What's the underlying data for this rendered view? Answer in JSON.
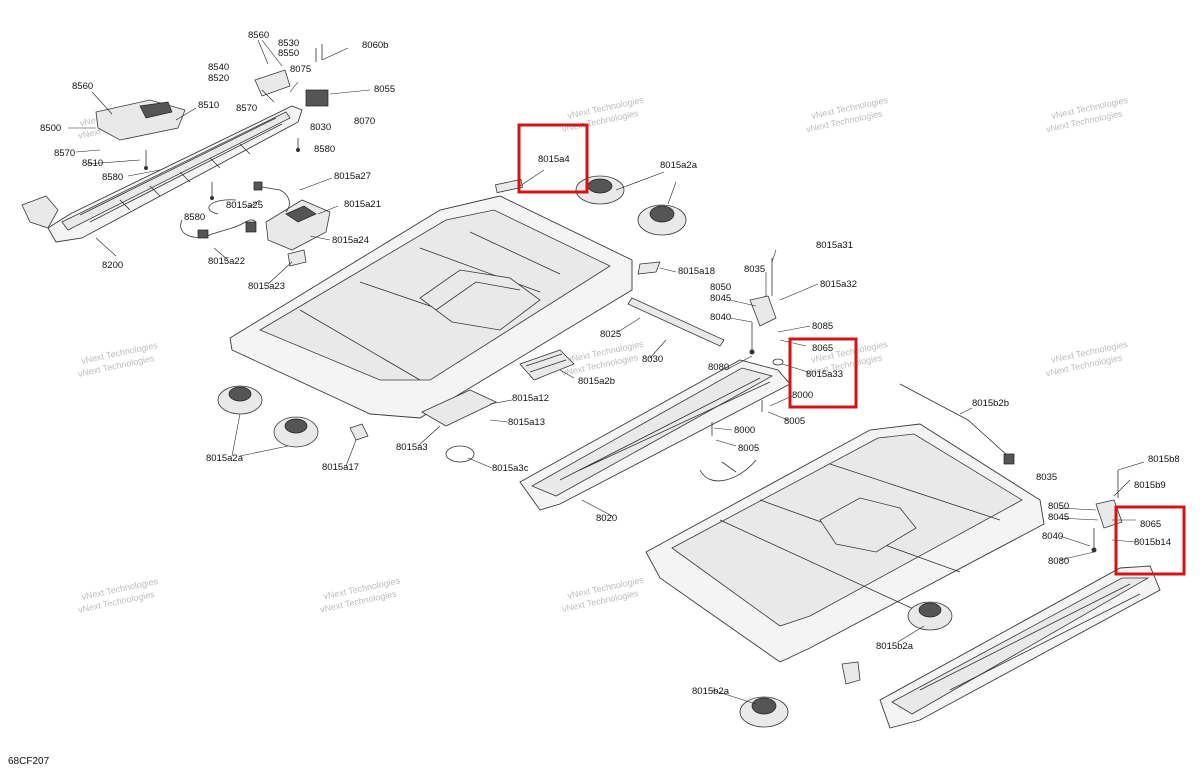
{
  "figure_id": "68CF207",
  "watermark_text": "vNext Technologies",
  "highlight_color": "#d41414",
  "part_labels": {
    "l8560a": "8560",
    "l8530": "8530",
    "l8550": "8550",
    "l8060b": "8060b",
    "l8540": "8540",
    "l8520": "8520",
    "l8075": "8075",
    "l8055": "8055",
    "l8560b": "8560",
    "l8510a": "8510",
    "l8570a": "8570",
    "l8030a": "8030",
    "l8070": "8070",
    "l8500": "8500",
    "l8580a": "8580",
    "l8570b": "8570",
    "l8510b": "8510",
    "l8580b": "8580",
    "l8015a27": "8015a27",
    "l8015a25": "8015a25",
    "l8580c": "8580",
    "l8015a21": "8015a21",
    "l8015a24": "8015a24",
    "l8200": "8200",
    "l8015a22": "8015a22",
    "l8015a23": "8015a23",
    "l8015a4": "8015a4",
    "l8015a2a_top": "8015a2a",
    "l8015a18": "8015a18",
    "l8015a31": "8015a31",
    "l8035a": "8035",
    "l8015a32": "8015a32",
    "l8050a": "8050",
    "l8045a": "8045",
    "l8040a": "8040",
    "l8085": "8085",
    "l8065a": "8065",
    "l8015a33": "8015a33",
    "l8080a": "8080",
    "l8000a": "8000",
    "l8005a": "8005",
    "l8025": "8025",
    "l8030b": "8030",
    "l8015a2b": "8015a2b",
    "l8015a12": "8015a12",
    "l8015a13": "8015a13",
    "l8015a3": "8015a3",
    "l8015a3c": "8015a3c",
    "l8015a2a_left": "8015a2a",
    "l8015a17": "8015a17",
    "l8000b": "8000",
    "l8005b": "8005",
    "l8020": "8020",
    "l8015b2b": "8015b2b",
    "l8015b8": "8015b8",
    "l8035b": "8035",
    "l8015b9": "8015b9",
    "l8050b": "8050",
    "l8045b": "8045",
    "l8065b": "8065",
    "l8040b": "8040",
    "l8015b14": "8015b14",
    "l8080b": "8080",
    "l8015b2a_mid": "8015b2a",
    "l8015b2a_bottom": "8015b2a"
  }
}
